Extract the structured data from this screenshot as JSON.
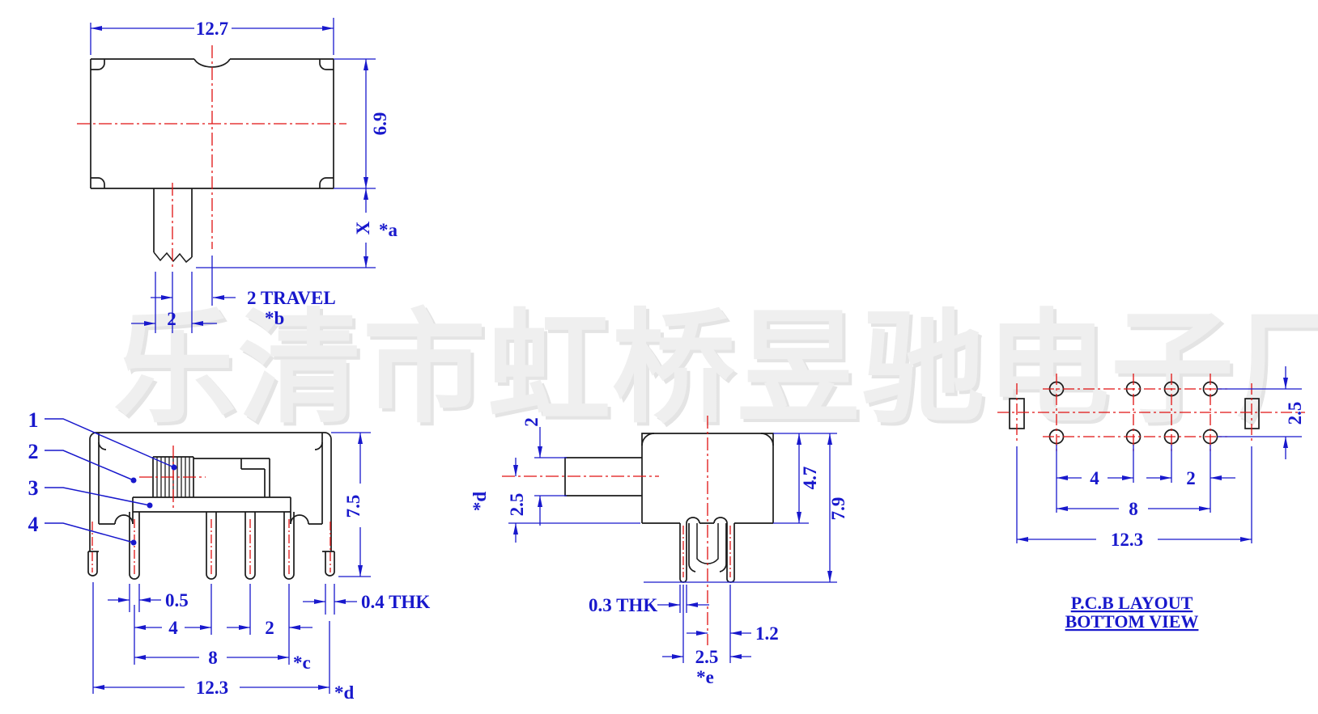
{
  "watermark": "乐清市虹桥昱驰电子厂",
  "top_view": {
    "width": "12.7",
    "height": "6.9",
    "free_height": "X",
    "free_height_note": "*a",
    "travel": "2 TRAVEL",
    "travel_note": "*b",
    "stem_width": "2"
  },
  "front_view": {
    "callout_1": "1",
    "callout_2": "2",
    "callout_3": "3",
    "callout_4": "4",
    "height": "7.5",
    "pin_width": "0.5",
    "pin_pitch_a": "4",
    "pin_pitch_b": "2",
    "pin_span": "8",
    "pin_span_note": "*c",
    "overall_width": "12.3",
    "overall_width_note": "*d",
    "terminal_thickness": "0.4 THK"
  },
  "side_view": {
    "stem_thickness": "2",
    "stem_center_offset": "2.5",
    "stem_note": "*d",
    "body_height": "4.7",
    "overall_height": "7.9",
    "pin_thickness": "0.3 THK",
    "pin_offset": "1.2",
    "pin_pitch": "2.5",
    "pin_pitch_note": "*e"
  },
  "pcb_view": {
    "row_pitch": "2.5",
    "hole_pitch_a": "4",
    "hole_pitch_b": "2",
    "hole_span": "8",
    "overall_width": "12.3",
    "title": "P.C.B LAYOUT",
    "subtitle": "BOTTOM VIEW"
  }
}
